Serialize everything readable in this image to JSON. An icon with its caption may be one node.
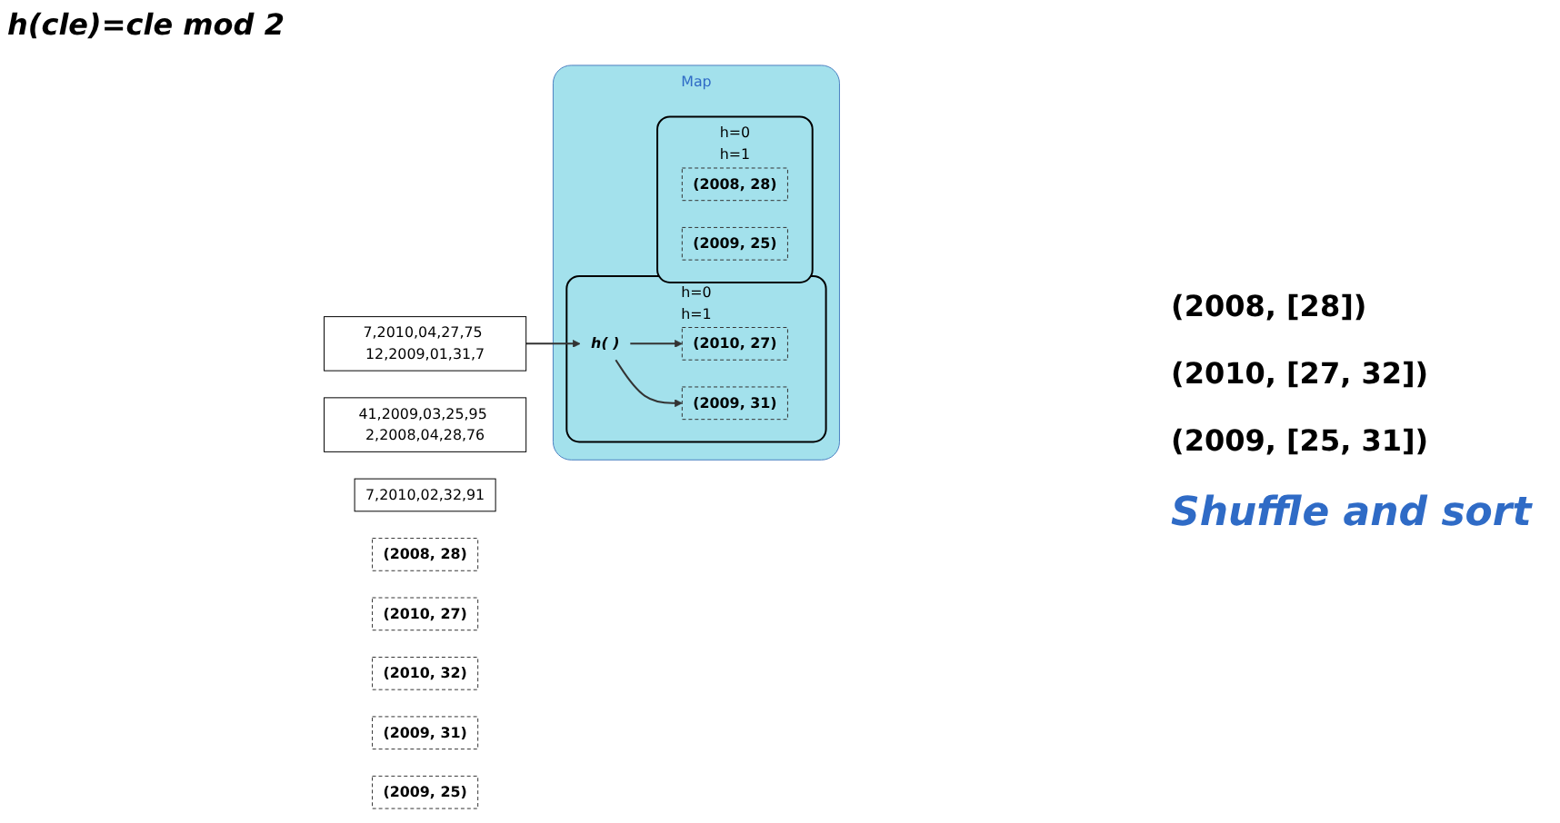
{
  "diagram": {
    "nodes": [
      {
        "text": [
          "7,2010,04,27,75 12,2009,01,31,7"
        ]
      },
      {
        "text": [
          "41,2009,03,25,95 2,2008,04,28,76"
        ]
      },
      {
        "text": [
          "7,2010,02,32,91"
        ]
      },
      {
        "text": [
          "Map"
        ]
      },
      {
        "text": [
          "h=0",
          "h=1"
        ],
        "in": 3
      },
      {
        "text": [
          "h( )"
        ],
        "in": 4
      },
      {
        "text": [
          "(2010, 27)"
        ],
        "in": 4
      },
      {
        "text": [
          "(2009, 31)"
        ],
        "in": 4
      },
      {
        "text": [
          "h=0",
          "h=1"
        ],
        "in": 3
      },
      {
        "text": [
          "(2008, 28)"
        ],
        "in": 8
      },
      {
        "text": [
          "(2009, 25)"
        ],
        "in": 8
      },
      {
        "text": [
          "(2008, 28)"
        ]
      },
      {
        "text": [
          "(2010, 27)"
        ]
      },
      {
        "text": [
          "(2010, 32)"
        ]
      },
      {
        "text": [
          "(2009, 31)"
        ]
      },
      {
        "text": [
          "(2009, 25)"
        ]
      }
    ],
    "edges": [
      {
        "from": 0,
        "to": 5,
        "arrow": "to"
      },
      {
        "from": 5,
        "to": 6,
        "arrow": "to"
      },
      {
        "from": 5,
        "to": 7,
        "arrow": "to"
      }
    ],
    "labels": [
      "h(cle)=cle mod 2",
      "(2008, [28])",
      "(2010, [27, 32])",
      "(2009, [25, 31])",
      "Shuffle and sort"
    ]
  }
}
